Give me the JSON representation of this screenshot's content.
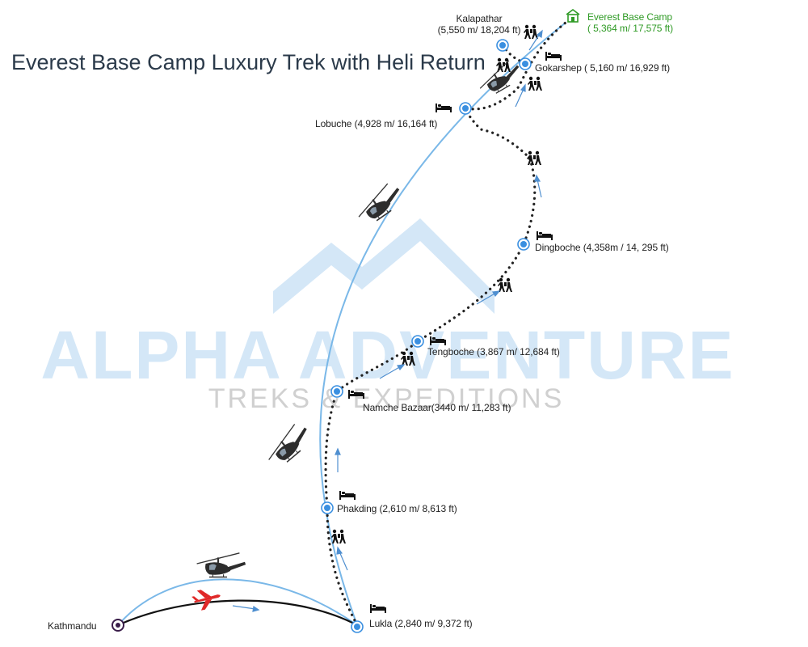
{
  "title": "Everest Base Camp Luxury Trek with Heli Return",
  "watermark": {
    "line1": "ALPHA ADVENTURE",
    "line2": "TREKS & EXPEDITIONS"
  },
  "stops": {
    "kathmandu": "Kathmandu",
    "lukla": "Lukla (2,840 m/ 9,372 ft)",
    "phakding": "Phakding (2,610 m/ 8,613 ft)",
    "namche": "Namche Bazaar(3440 m/ 11,283 ft)",
    "tengboche": "Tengboche (3,867 m/ 12,684 ft)",
    "dingboche": "Dingboche (4,358m / 14, 295 ft)",
    "lobuche": "Lobuche (4,928 m/ 16,164 ft)",
    "gokarshep": "Gokarshep ( 5,160 m/ 16,929 ft)",
    "kalapathar_name": "Kalapathar",
    "kalapathar_alt": "(5,550 m/ 18,204 ft)",
    "ebc_name": "Everest Base Camp",
    "ebc_alt": "( 5,364 m/ 17,575 ft)"
  },
  "colors": {
    "heli_route": "#7ab8e8",
    "flight_route": "#111111",
    "trek_dots": "#222222",
    "node": "#3a8fe0",
    "plane": "#e02828",
    "ebc_text": "#2e9a24"
  },
  "icons": [
    "hiker-icon",
    "bed-icon",
    "helicopter-icon",
    "airplane-icon",
    "base-camp-house-icon",
    "direction-arrow-icon"
  ]
}
